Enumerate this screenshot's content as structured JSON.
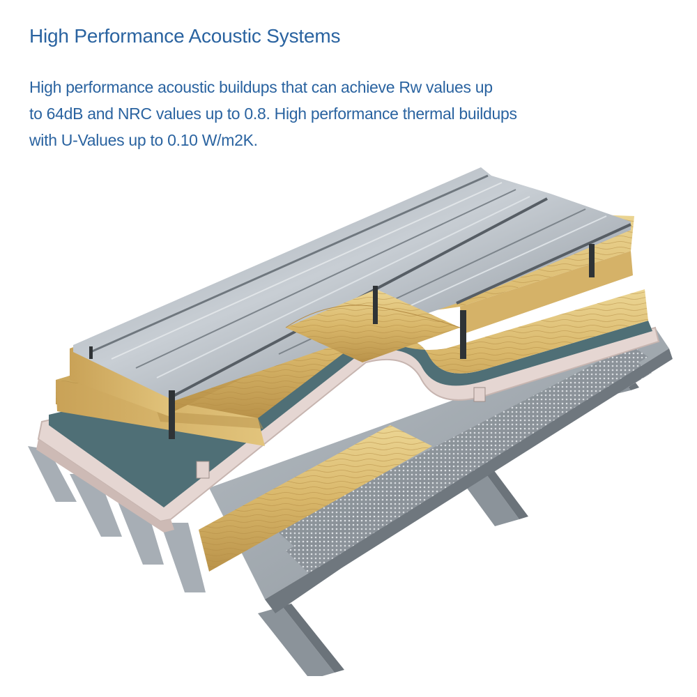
{
  "header": {
    "title": "High Performance Acoustic Systems"
  },
  "description": {
    "lines": [
      "High performance acoustic buildups that can achieve Rw values up",
      "to 64dB and NRC values up to 0.8. High performance thermal buildups",
      "with U-Values up to 0.10 W/m2K."
    ],
    "specs": {
      "rw_max": "64dB",
      "nrc_max": "0.8",
      "u_value_min": "0.10 W/m2K"
    }
  },
  "illustration": {
    "subject": "roof-system-cutaway",
    "layers": [
      "standing-seam-metal-roof-sheet",
      "mineral-wool-insulation-upper",
      "mineral-wool-insulation-lower",
      "vapour-membrane",
      "liner-board",
      "acoustic-infill",
      "perforated-metal-deck",
      "purlins"
    ],
    "colors": {
      "text": "#2a63a0",
      "metal_light": "#b9c0c7",
      "metal_mid": "#8f979f",
      "metal_dark": "#5d646b",
      "insulation_light": "#e8cf8a",
      "insulation_mid": "#d4b063",
      "insulation_dark": "#b08a44",
      "membrane": "#4f6f76",
      "liner": "#e3d3cf",
      "liner_edge": "#c9b6b1",
      "bracket": "#2f3336",
      "deck": "#a6adb3",
      "deck_perforated": "#777e85"
    }
  }
}
